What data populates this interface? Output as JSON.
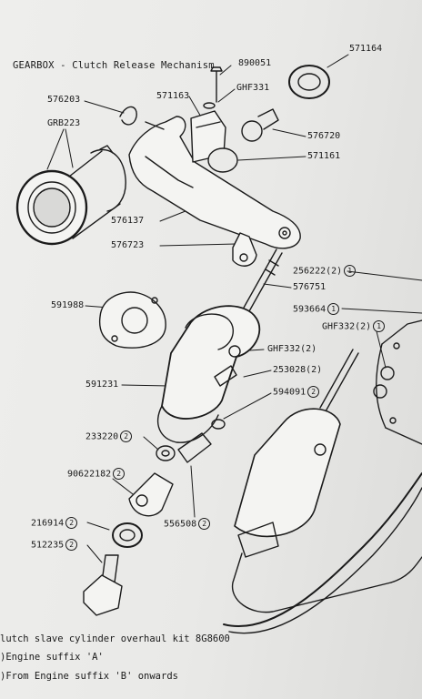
{
  "header": {
    "title": "GEARBOX - Clutch Release Mechanism"
  },
  "parts": {
    "p890051": "890051",
    "p571164": "571164",
    "p576203": "576203",
    "p571163": "571163",
    "pGHF331": "GHF331",
    "pGRB223": "GRB223",
    "p576720": "576720",
    "p571161": "571161",
    "p576137": "576137",
    "p576723": "576723",
    "p256222": "256222(2)",
    "p576751": "576751",
    "p591988": "591988",
    "p593664": "593664",
    "pGHF332b": "GHF332(2)",
    "pGHF332a": "GHF332(2)",
    "p253028": "253028(2)",
    "p591231": "591231",
    "p594091": "594091",
    "p233220": "233220",
    "p90622182": "90622182",
    "p556508": "556508",
    "p216914": "216914",
    "p512235": "512235"
  },
  "circled": {
    "one": "1",
    "two": "2"
  },
  "footnotes": {
    "kit": "lutch slave cylinder overhaul kit 8G8600",
    "note1": ")Engine suffix 'A'",
    "note2": ")From Engine suffix 'B' onwards"
  }
}
